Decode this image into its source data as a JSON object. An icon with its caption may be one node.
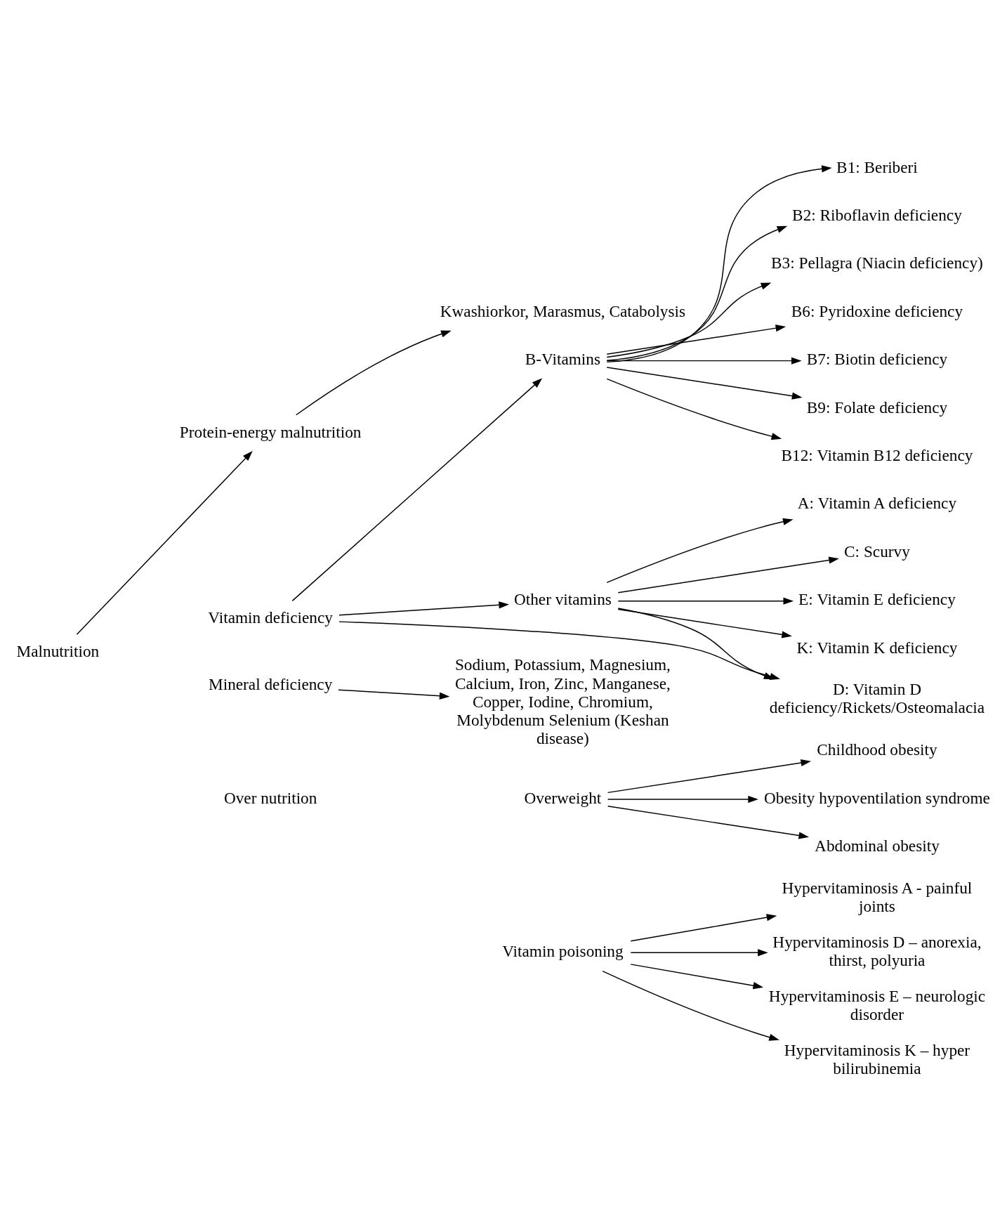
{
  "diagram": {
    "nodes": [
      {
        "text": [
          "Malnutrition"
        ]
      },
      {
        "text": [
          "Protein-energy malnutrition"
        ]
      },
      {
        "text": [
          "Kwashiorkor, Marasmus, Catabolysis"
        ]
      },
      {
        "text": [
          "Vitamin deficiency"
        ]
      },
      {
        "text": [
          "B-Vitamins"
        ]
      },
      {
        "text": [
          "B1: Beriberi"
        ]
      },
      {
        "text": [
          "B2: Riboflavin deficiency"
        ]
      },
      {
        "text": [
          "B3: Pellagra (Niacin deficiency)"
        ]
      },
      {
        "text": [
          "B6: Pyridoxine deficiency"
        ]
      },
      {
        "text": [
          "B7: Biotin deficiency"
        ]
      },
      {
        "text": [
          "B9: Folate deficiency"
        ]
      },
      {
        "text": [
          "B12: Vitamin B12 deficiency"
        ]
      },
      {
        "text": [
          "Other vitamins"
        ]
      },
      {
        "text": [
          "A: Vitamin A deficiency"
        ]
      },
      {
        "text": [
          "C: Scurvy"
        ]
      },
      {
        "text": [
          "D: Vitamin D deficiency/Rickets/Osteomalacia"
        ]
      },
      {
        "text": [
          "E: Vitamin E deficiency"
        ]
      },
      {
        "text": [
          "K: Vitamin K deficiency"
        ]
      },
      {
        "text": [
          "Mineral deficiency"
        ]
      },
      {
        "text": [
          "Sodium, Potassium, Magnesium, Calcium, Iron, Zinc, Manganese, Copper, Iodine, Chromium, Molybdenum Selenium (Keshan disease)"
        ]
      },
      {
        "text": [
          "Over nutrition"
        ]
      },
      {
        "text": [
          "Overweight"
        ]
      },
      {
        "text": [
          "Childhood obesity"
        ]
      },
      {
        "text": [
          "Obesity hypoventilation syndrome"
        ]
      },
      {
        "text": [
          "Abdominal obesity"
        ]
      },
      {
        "text": [
          "Vitamin poisoning"
        ]
      },
      {
        "text": [
          "Hypervitaminosis A - painful joints"
        ]
      },
      {
        "text": [
          "Hypervitaminosis D – anorexia, thirst, polyuria"
        ]
      },
      {
        "text": [
          "Hypervitaminosis E – neurologic disorder"
        ]
      },
      {
        "text": [
          "Hypervitaminosis K – hyper bilirubinemia"
        ]
      }
    ],
    "edges": [
      {
        "from": 0,
        "to": 1,
        "arrow": "to"
      },
      {
        "from": 1,
        "to": 2,
        "arrow": "to"
      },
      {
        "from": 3,
        "to": 4,
        "arrow": "to"
      },
      {
        "from": 3,
        "to": 12,
        "arrow": "to"
      },
      {
        "from": 3,
        "to": 15,
        "arrow": "to"
      },
      {
        "from": 4,
        "to": 5,
        "arrow": "to"
      },
      {
        "from": 4,
        "to": 6,
        "arrow": "to"
      },
      {
        "from": 4,
        "to": 7,
        "arrow": "to"
      },
      {
        "from": 4,
        "to": 8,
        "arrow": "to"
      },
      {
        "from": 4,
        "to": 9,
        "arrow": "to"
      },
      {
        "from": 4,
        "to": 10,
        "arrow": "to"
      },
      {
        "from": 4,
        "to": 11,
        "arrow": "to"
      },
      {
        "from": 12,
        "to": 13,
        "arrow": "to"
      },
      {
        "from": 12,
        "to": 14,
        "arrow": "to"
      },
      {
        "from": 12,
        "to": 15,
        "arrow": "to"
      },
      {
        "from": 12,
        "to": 16,
        "arrow": "to"
      },
      {
        "from": 12,
        "to": 17,
        "arrow": "to"
      },
      {
        "from": 18,
        "to": 19,
        "arrow": "to"
      },
      {
        "from": 21,
        "to": 22,
        "arrow": "to"
      },
      {
        "from": 21,
        "to": 23,
        "arrow": "to"
      },
      {
        "from": 21,
        "to": 24,
        "arrow": "to"
      },
      {
        "from": 25,
        "to": 26,
        "arrow": "to"
      },
      {
        "from": 25,
        "to": 27,
        "arrow": "to"
      },
      {
        "from": 25,
        "to": 28,
        "arrow": "to"
      },
      {
        "from": 25,
        "to": 29,
        "arrow": "to"
      }
    ]
  }
}
